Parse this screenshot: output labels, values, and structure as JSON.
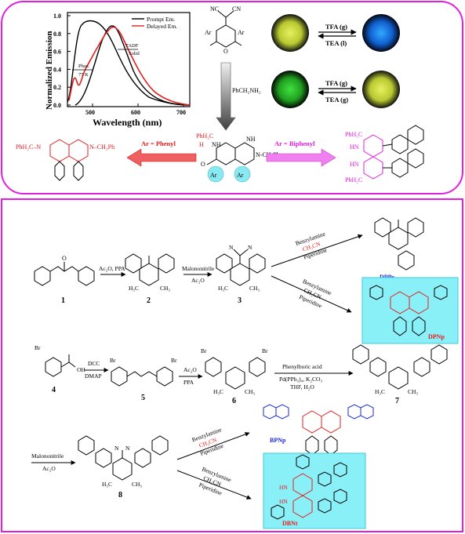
{
  "colors": {
    "frame": "#e020e0",
    "prompt_curve": "#000000",
    "delayed_curve": "#e02020",
    "red_arrow": "#e83030",
    "magenta_arrow": "#f070f0",
    "blue_label": "#1a2ad8",
    "highlight_box": "#8af0f8",
    "magenta_struct": "#e020e0",
    "red_struct": "#e02020"
  },
  "top_panel": {
    "chart": {
      "ylabel": "Normalized Emission",
      "xlabel": "Wavelength (nm)",
      "y_ticks": [
        "0.0",
        "0.2",
        "0.4",
        "0.6",
        "0.8",
        "1.0"
      ],
      "x_ticks": [
        "500",
        "600",
        "700"
      ],
      "legend": [
        "Prompt Em.",
        "Delayed Em."
      ],
      "ann_phos": "Phos.",
      "ann_77k": "77 K",
      "ann_tadf": "TADF",
      "ann_solid": "Solid"
    },
    "reagent": "PhCH₂NH₂",
    "left_arrow_label": "Ar = Phenyl",
    "right_arrow_label": "Ar = Biphenyl",
    "tfa_1": "TFA (g)",
    "tea_1": "TEA (l)",
    "tfa_2": "TFA (g)",
    "tea_2": "TEA (g)",
    "mol_top": {
      "nc1": "NC",
      "nc2": "CN",
      "ar1": "Ar",
      "ar2": "Ar"
    },
    "mol_mid": {
      "phch2": "PhH₂C",
      "nh": "NH",
      "h": "H",
      "ch2ph": "N-CH₂Ph",
      "ar1": "Ar",
      "ar2": "Ar"
    },
    "mol_left": {
      "a": "PhH₂C–N",
      "b": "N–CH₂Ph"
    },
    "mol_right": {
      "a": "PhH₂C",
      "b": "HN",
      "c": "HN",
      "d": "PhH₂C"
    }
  },
  "bottom_panel": {
    "row1": {
      "cmpd1": "1",
      "arrow1_top": "Ac₂O, PPA",
      "cmpd2": "2",
      "arrow2_top": "Malononitrile",
      "arrow2_bot": "Ac₂O",
      "cmpd3": "3",
      "upper_path": [
        "Benzylamine",
        "CH₃CN",
        "Piperidine"
      ],
      "lower_path": [
        "Benzylamine",
        "CH₃CN",
        "Piperidine"
      ],
      "dppy": "DPPy",
      "dpnp": "DPNp"
    },
    "row2": {
      "cmpd4": "4",
      "arrow1_top": "DCC",
      "arrow1_bot": "DMAP",
      "cmpd5": "5",
      "arrow2_top": "Ac₂O",
      "arrow2_bot": "PPA",
      "cmpd6": "6",
      "arrow3_top": "Phenylboric acid",
      "arrow3_bot1": "Pd(PPh₃)₄, K₂CO₃",
      "arrow3_bot2": "THF, H₂O",
      "cmpd7": "7"
    },
    "row3": {
      "arrow1_top": "Malononitrile",
      "arrow1_bot": "Ac₂O",
      "cmpd8": "8",
      "upper_path": [
        "Benzylamine",
        "CH₃CN",
        "Piperidine"
      ],
      "lower_path": [
        "Benzylamine",
        "CH₃CN",
        "Piperidine"
      ],
      "bpnp": "BPNp",
      "dbnt": "DBNt"
    },
    "atoms": {
      "br": "Br",
      "oh": "OH",
      "o": "O",
      "h3c": "H₃C",
      "ch3": "CH₃",
      "n": "N",
      "nh": "NH",
      "hn": "HN"
    }
  }
}
